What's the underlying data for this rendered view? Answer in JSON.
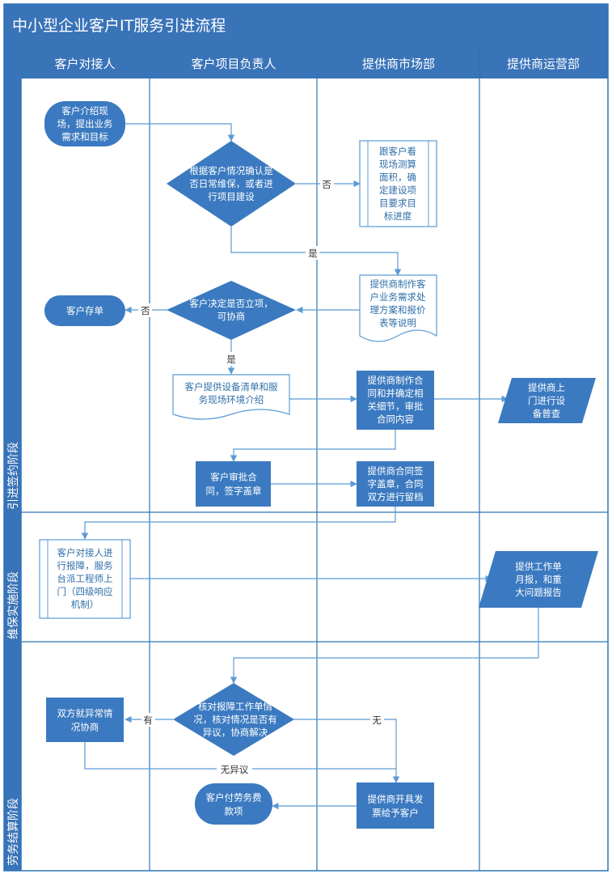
{
  "title": "中小型企业客户IT服务引进流程",
  "columns": [
    "客户对接人",
    "客户项目负责人",
    "提供商市场部",
    "提供商运营部"
  ],
  "stages": [
    "引进签约阶段",
    "维保实施阶段",
    "劳务结算阶段"
  ],
  "nodes": {
    "n1": [
      "客户介绍现",
      "场，提出业务",
      "需求和目标"
    ],
    "n2": [
      "根据客户情况确认是",
      "否日常维保，或者进",
      "行项目建设"
    ],
    "n3": [
      "跟客户看",
      "现场测算",
      "面积，确",
      "定建设项",
      "目要求目",
      "标进度"
    ],
    "n4": [
      "提供商制作客",
      "户业务需求处",
      "理方案和报价",
      "表等说明"
    ],
    "n5": [
      "客户决定是否立项，",
      "可协商"
    ],
    "n6": [
      "客户存单"
    ],
    "n7": [
      "客户提供设备清单和服",
      "务现场环境介绍"
    ],
    "n8": [
      "提供商制作合",
      "同和并确定相",
      "关细节，审批",
      "合同内容"
    ],
    "n9": [
      "提供商上",
      "门进行设",
      "备普查"
    ],
    "n10": [
      "客户审批合",
      "同，签字盖章"
    ],
    "n11": [
      "提供商合同签",
      "字盖章，合同",
      "双方进行留档"
    ],
    "n12": [
      "客户对接人进",
      "行报障，服务",
      "台派工程师上",
      "门（四级响应",
      "机制）"
    ],
    "n13": [
      "提供工作单",
      "月报，和重",
      "大问题报告"
    ],
    "n14": [
      "核对报障工作单情",
      "况，核对情况是否有",
      "异议，协商解决"
    ],
    "n15": [
      "双方就异常情",
      "况协商"
    ],
    "n16": [
      "客户付劳务费",
      "款项"
    ],
    "n17": [
      "提供商开具发",
      "票给予客户"
    ]
  },
  "edge_labels": {
    "no1": "否",
    "yes1": "是",
    "no2": "否",
    "yes2": "是",
    "has": "有",
    "none": "无",
    "no_objection": "无异议"
  },
  "colors": {
    "header": "#3973b8",
    "node": "#3b7ac0",
    "line": "#5b9bd5",
    "doc_fill": "#ffffff",
    "doc_text": "#2f6fa8"
  }
}
